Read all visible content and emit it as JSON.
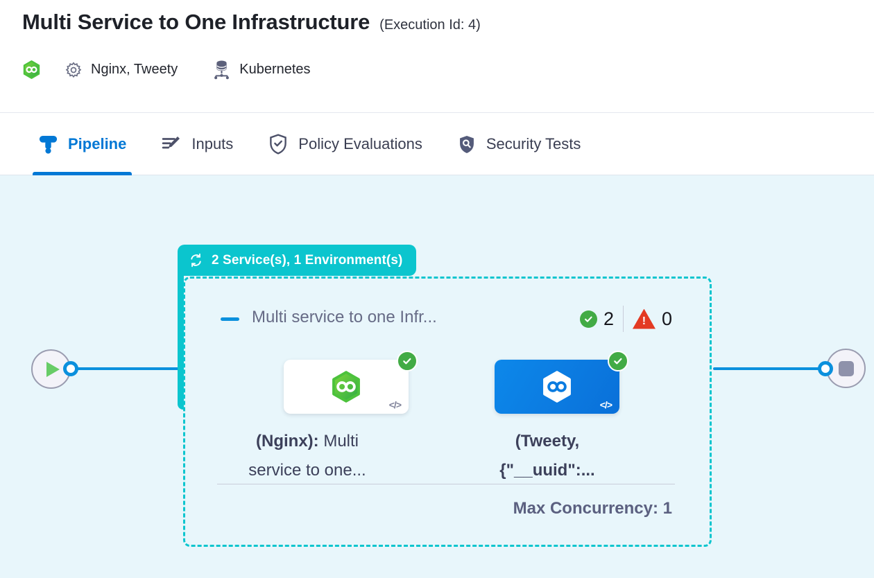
{
  "header": {
    "title": "Multi Service to One Infrastructure",
    "execution_id": "(Execution Id: 4)",
    "services": "Nginx, Tweety",
    "infrastructure": "Kubernetes"
  },
  "tabs": [
    {
      "label": "Pipeline",
      "active": true
    },
    {
      "label": "Inputs",
      "active": false
    },
    {
      "label": "Policy Evaluations",
      "active": false
    },
    {
      "label": "Security Tests",
      "active": false
    }
  ],
  "canvas": {
    "stage_badge": "2 Service(s), 1 Environment(s)",
    "stage": {
      "title": "Multi service to one Infr...",
      "success_count": "2",
      "error_count": "0",
      "warning_glyph": "!",
      "code_glyph": "</>",
      "max_concurrency": "Max Concurrency: 1",
      "nodes": [
        {
          "label_bold": "(Nginx):",
          "label_rest": " Multi",
          "label_line2": "service to one...",
          "variant": "white"
        },
        {
          "label_bold": "(Tweety,",
          "label_rest": "",
          "label_line2": "{\"__uuid\":...",
          "variant": "blue"
        }
      ]
    }
  },
  "colors": {
    "accent_blue": "#0278d5",
    "connector_blue": "#0b90dd",
    "teal": "#0bc5ce",
    "success_green": "#42ab45",
    "error_red": "#e33a23",
    "canvas_bg": "#e8f6fb",
    "card_blue": "#0b7ce0",
    "logo_green": "#4cc23c"
  }
}
